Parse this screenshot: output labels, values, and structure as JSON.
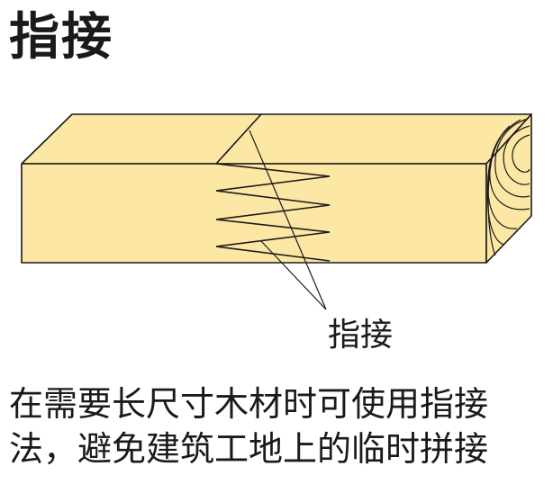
{
  "title": "指接",
  "diagram": {
    "callout_label": "指接",
    "wood_color": "#fde7a4",
    "outline_color": "#1a1a1a"
  },
  "caption": {
    "line1": "在需要长尺寸木材时可使用指接",
    "line2": "法，避免建筑工地上的临时拼接"
  }
}
